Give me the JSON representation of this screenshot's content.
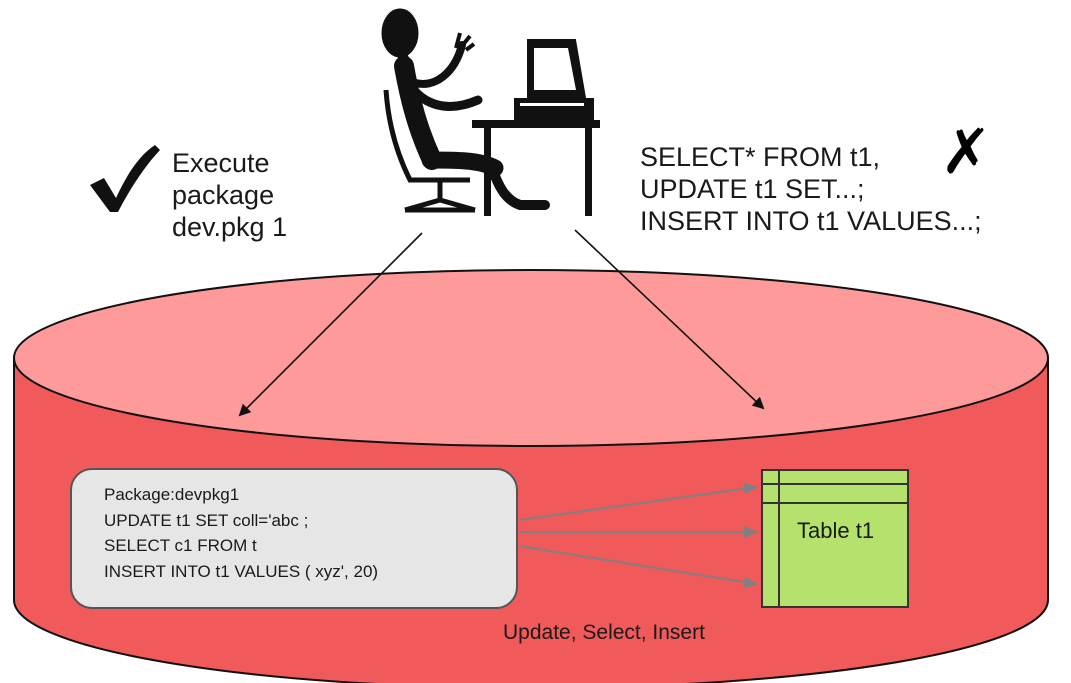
{
  "colors": {
    "cylinder_top": "#ff9a9a",
    "cylinder_side": "#f05a5a",
    "package_box": "#e6e6e6",
    "table_fill": "#b4e26c",
    "arrow": "#808080"
  },
  "icons": {
    "allowed": "checkmark-icon",
    "denied": "cross-icon",
    "user": "user-at-computer-icon",
    "table": "table-icon"
  },
  "allowed_text": {
    "line1": "Execute",
    "line2": "package",
    "line3": "dev.pkg 1"
  },
  "denied_text": {
    "line1": "SELECT* FROM t1,",
    "line2": "UPDATE t1 SET...;",
    "line3": "INSERT INTO t1 VALUES...;"
  },
  "package": {
    "line1": "Package:devpkg1",
    "line2": "UPDATE t1 SET coll='abc ;",
    "line3": "SELECT c1 FROM t",
    "line4": "INSERT INTO t1 VALUES ( xyz', 20)"
  },
  "table_label": "Table t1",
  "operations_label": "Update, Select, Insert",
  "cross_glyph": "✗"
}
